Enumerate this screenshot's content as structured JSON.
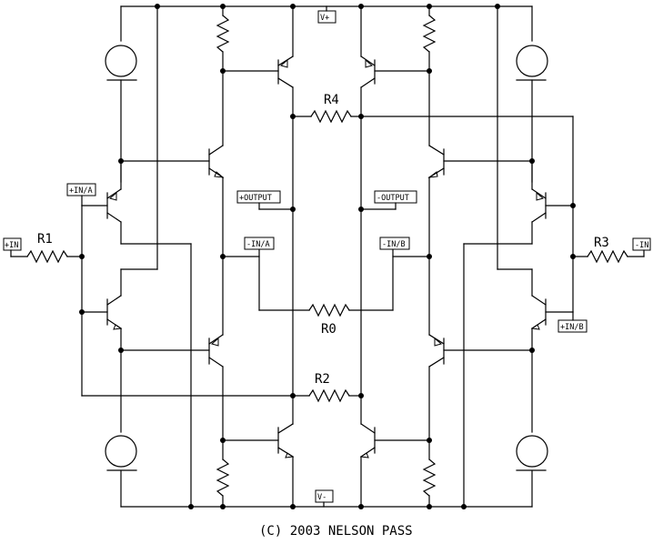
{
  "labels": {
    "v_plus": "V+",
    "v_minus": "V-",
    "pos_output": "+OUTPUT",
    "neg_output": "-OUTPUT",
    "neg_in_a": "-IN/A",
    "neg_in_b": "-IN/B",
    "pos_in_a": "+IN/A",
    "pos_in_b": "+IN/B",
    "pos_in": "+IN",
    "neg_in": "-IN"
  },
  "resistors": {
    "r0": "R0",
    "r1": "R1",
    "r2": "R2",
    "r3": "R3",
    "r4": "R4"
  },
  "copyright": "(C) 2003 NELSON PASS"
}
